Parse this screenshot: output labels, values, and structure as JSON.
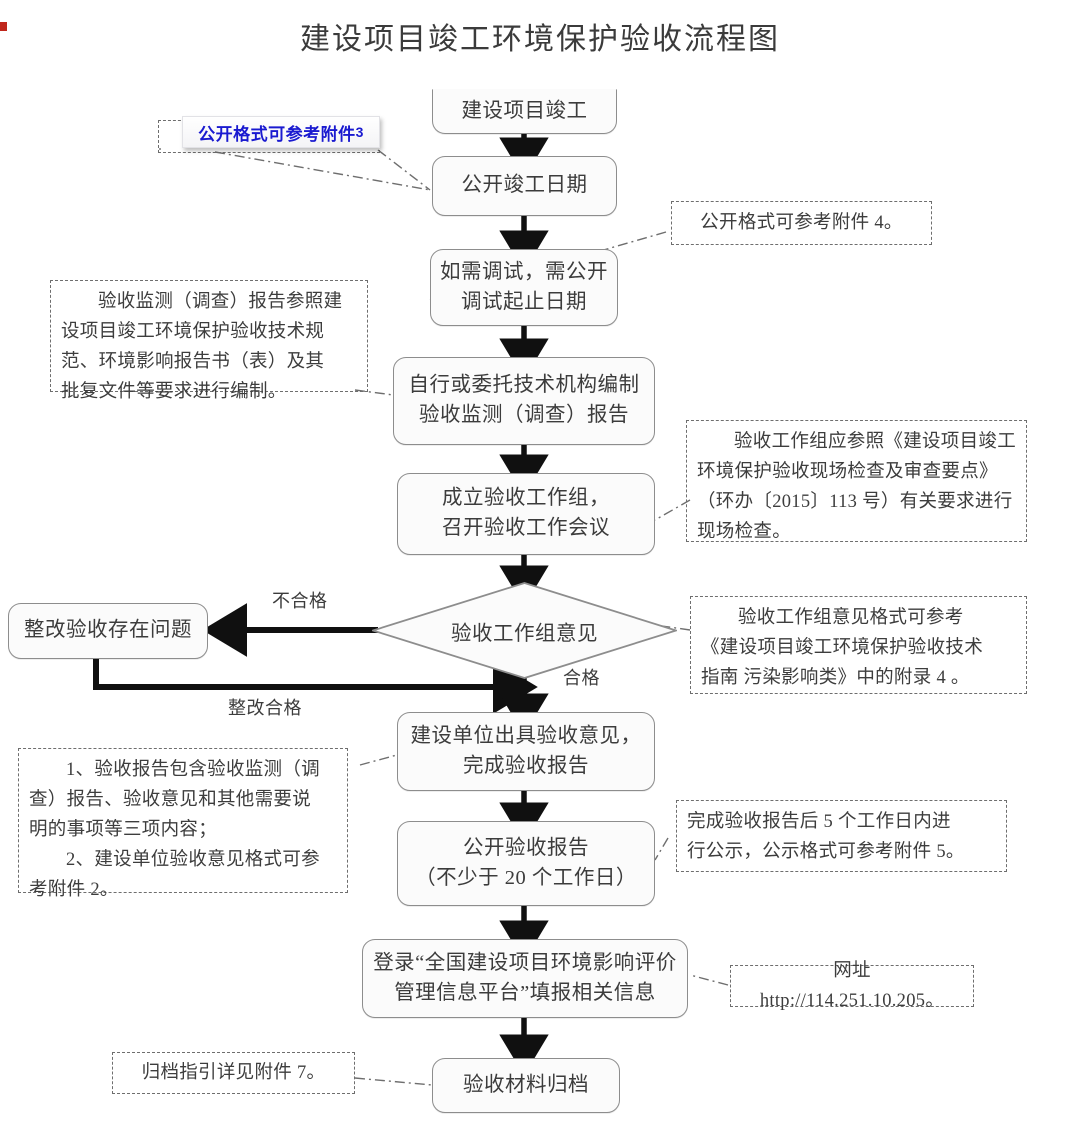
{
  "document": {
    "title": "建设项目竣工环境保护验收流程图"
  },
  "flow": {
    "nodes": [
      {
        "id": "n1",
        "label": "建设项目竣工"
      },
      {
        "id": "n2",
        "label": "公开竣工日期"
      },
      {
        "id": "n3",
        "line1": "如需调试，需公开",
        "line2": "调试起止日期"
      },
      {
        "id": "n4",
        "line1": "自行或委托技术机构编制",
        "line2": "验收监测（调查）报告"
      },
      {
        "id": "n5",
        "line1": "成立验收工作组，",
        "line2": "召开验收工作会议"
      },
      {
        "id": "n6",
        "label": "整改验收存在问题"
      },
      {
        "id": "n7",
        "label": "验收工作组意见",
        "type": "decision"
      },
      {
        "id": "n8",
        "line1": "建设单位出具验收意见，",
        "line2": "完成验收报告"
      },
      {
        "id": "n9",
        "line1": "公开验收报告",
        "line2": "（不少于 20 个工作日）"
      },
      {
        "id": "n10",
        "line1": "登录“全国建设项目环境影响评价",
        "line2": "管理信息平台”填报相关信息"
      },
      {
        "id": "n11",
        "label": "验收材料归档"
      }
    ],
    "edge_labels": {
      "fail": "不合格",
      "pass": "合格",
      "rectified": "整改合格"
    }
  },
  "notes": {
    "attachment3": {
      "text": "公开格式可参考附件",
      "number": "3",
      "color": "#1a1ad0"
    },
    "attachment4": {
      "text": "公开格式可参考附件 4。"
    },
    "monitoring_report": {
      "line1": "验收监测（调查）报告参照建",
      "line2": "设项目竣工环境保护验收技术规",
      "line3": "范、环境影响报告书（表）及其",
      "line4": "批复文件等要求进行编制。"
    },
    "work_group": {
      "line1": "验收工作组应参照《建设项目竣工",
      "line2": "环境保护验收现场检查及审查要点》",
      "line3": "（环办〔2015〕113 号）有关要求进行",
      "line4": "现场检查。"
    },
    "opinion_format": {
      "line1": "验收工作组意见格式可参考",
      "line2": "《建设项目竣工环境保护验收技术",
      "line3": "指南 污染影响类》中的附录 4 。"
    },
    "report_contents": {
      "line1": "1、验收报告包含验收监测（调",
      "line2": "查）报告、验收意见和其他需要说",
      "line3": "明的事项等三项内容；",
      "line4": "2、建设单位验收意见格式可参",
      "line5": "考附件 2。"
    },
    "publicity": {
      "line1": "完成验收报告后 5 个工作日内进",
      "line2": "行公示，公示格式可参考附件 5。"
    },
    "website": {
      "text": "网址 http://114.251.10.205。"
    },
    "archive": {
      "text": "归档指引详见附件 7。"
    }
  },
  "style": {
    "node_border": "#8d8d8d",
    "node_fill": "#fbfbfb",
    "arrow_color": "#101010",
    "note_border": "#6e6e6e",
    "text_color": "#3c3c3c",
    "accent_red": "#c0271c"
  }
}
